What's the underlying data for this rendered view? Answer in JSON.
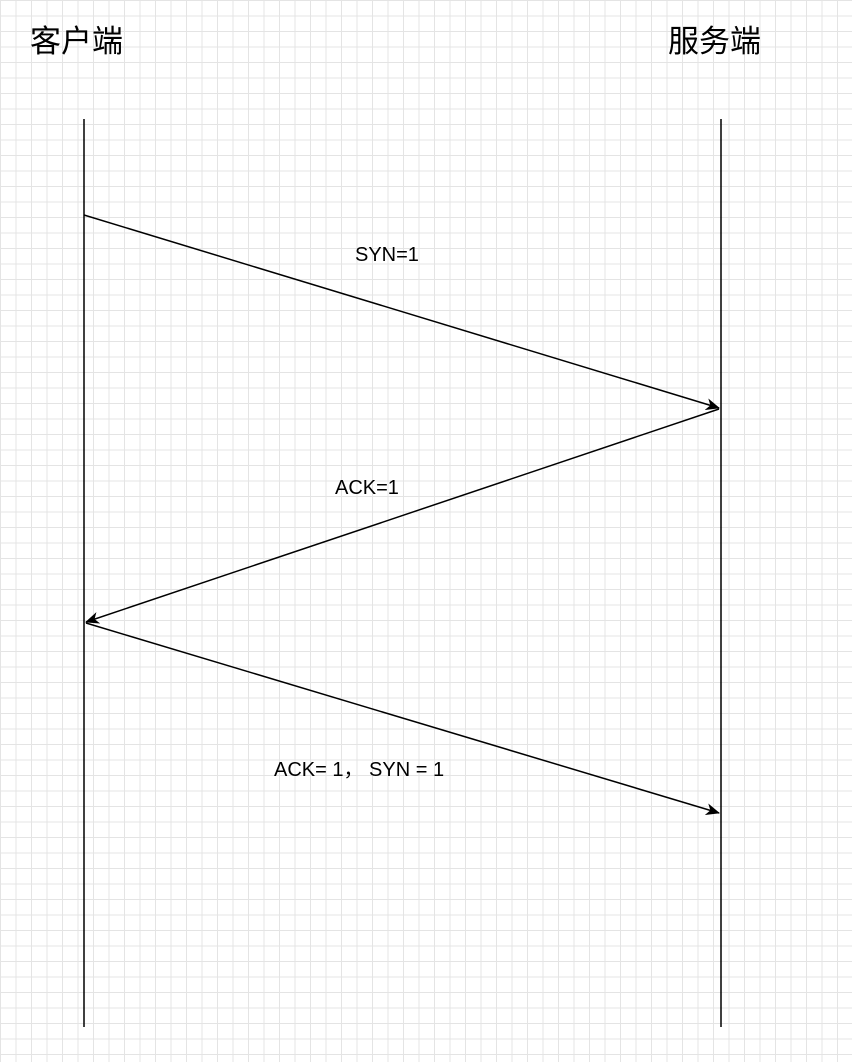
{
  "actors": {
    "client": "客户端",
    "server": "服务端"
  },
  "messages": [
    {
      "from": "client",
      "to": "server",
      "label": "SYN=1"
    },
    {
      "from": "server",
      "to": "client",
      "label": "ACK=1"
    },
    {
      "from": "client",
      "to": "server",
      "label": "ACK= 1，  SYN = 1"
    }
  ],
  "colors": {
    "line": "#000000",
    "grid": "#e4e4e4",
    "background": "#ffffff"
  }
}
